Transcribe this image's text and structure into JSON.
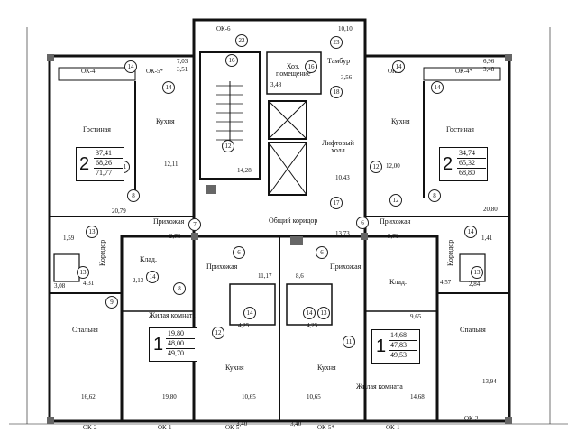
{
  "rooms": {
    "living_tl": "Гостиная",
    "kitchen_tl": "Кухня",
    "hall_tl": "Прихожая",
    "corridor_l": "Коридор",
    "bedroom_l": "Спальня",
    "pantry_l": "Клад.",
    "hall_ml": "Прихожая",
    "living_ml": "Жилая комната",
    "kitchen_ml": "Кухня",
    "storage": "Хоз. помещение",
    "vestibule": "Тамбур",
    "lift_hall": "Лифтовый холл",
    "common_corridor": "Общий коридор",
    "kitchen_tr": "Кухня",
    "living_tr": "Гостиная",
    "hall_tr": "Прихожая",
    "corridor_r": "Коридор",
    "hall_mr": "Прихожая",
    "pantry_r": "Клад.",
    "kitchen_mr": "Кухня",
    "living_mr": "Жилая комната",
    "bedroom_r": "Спальня"
  },
  "areas": {
    "a1": "7,03",
    "a2": "3,51",
    "a3": "12,11",
    "a4": "20,79",
    "a5": "1,59",
    "a6": "9,76",
    "a7": "4,31",
    "a8": "3,08",
    "a9": "2,13",
    "a10": "11,17",
    "a11": "16,62",
    "a12": "19,80",
    "a13": "4,25",
    "a14": "10,65",
    "a15": "3,48",
    "a16": "14,28",
    "a17": "10,10",
    "a18": "3,56",
    "a19": "10,43",
    "a20": "13,73",
    "a21": "8,6",
    "a22": "4,25",
    "a23": "10,65",
    "a24": "6,96",
    "a25": "3,48",
    "a26": "12,00",
    "a27": "20,80",
    "a28": "1,41",
    "a29": "9,76",
    "a30": "4,57",
    "a31": "2,84",
    "a32": "9,65",
    "a33": "13,94",
    "a34": "14,68",
    "a35": "3,40",
    "a36": "3,40"
  },
  "windows": {
    "w1": "ОК-4",
    "w2": "ОК-5*",
    "w3": "ОК-6",
    "w4": "ОК-5",
    "w5": "ОК-4*",
    "w6": "ОК-2",
    "w7": "ОК-1",
    "w8": "ОК-5",
    "w9": "ОК-5*",
    "w10": "ОК-1",
    "w11": "ОК-2"
  },
  "markers": {
    "m1": "14",
    "m2": "14",
    "m3": "22",
    "m4": "16",
    "m5": "16",
    "m6": "23",
    "m7": "14",
    "m8": "14",
    "m9": "11",
    "m10": "8",
    "m11": "7",
    "m12": "13",
    "m13": "13",
    "m14": "9",
    "m15": "14",
    "m16": "8",
    "m17": "12",
    "m18": "6",
    "m19": "6",
    "m20": "18",
    "m21": "17",
    "m22": "12",
    "m23": "8",
    "m24": "6",
    "m25": "14",
    "m26": "13",
    "m27": "14",
    "m28": "13",
    "m29": "11",
    "m30": "14",
    "m31": "12",
    "m32": "12"
  },
  "apartments": {
    "top_left": {
      "rooms": "2",
      "values": [
        "37,41",
        "68,26",
        "71,77"
      ]
    },
    "top_right": {
      "rooms": "2",
      "values": [
        "34,74",
        "65,32",
        "68,80"
      ]
    },
    "mid_left": {
      "rooms": "1",
      "values": [
        "19,80",
        "48,00",
        "49,70"
      ]
    },
    "mid_right": {
      "rooms": "1",
      "values": [
        "14,68",
        "47,83",
        "49,53"
      ]
    }
  }
}
